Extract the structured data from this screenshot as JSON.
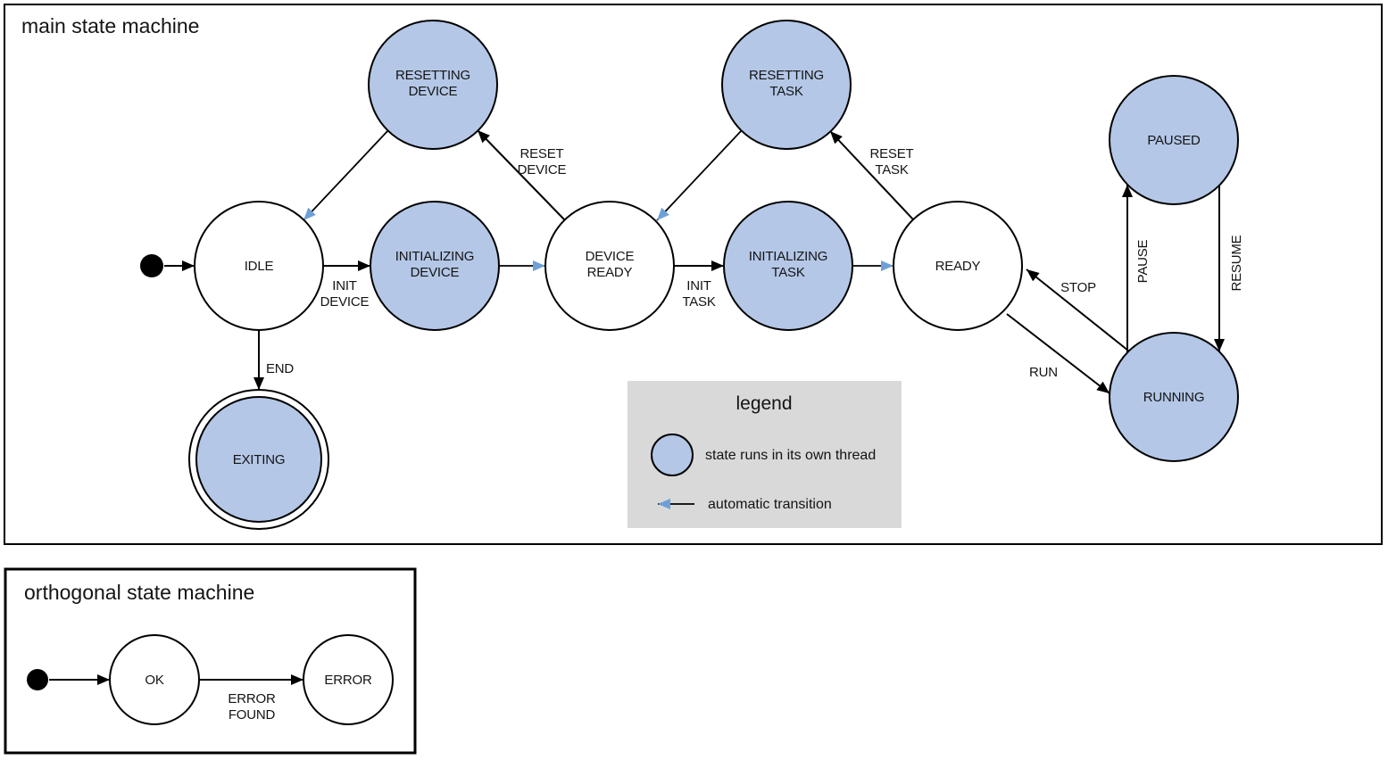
{
  "colors": {
    "threaded_state_fill": "#b4c7e7",
    "plain_state_fill": "#ffffff",
    "automatic_transition": "#6ea0d7",
    "legend_background": "#d9d9d9"
  },
  "main_machine": {
    "title": "main state machine",
    "states": {
      "idle": {
        "label": "IDLE"
      },
      "resetting_device": {
        "line1": "RESETTING",
        "line2": "DEVICE"
      },
      "initializing_device": {
        "line1": "INITIALIZING",
        "line2": "DEVICE"
      },
      "device_ready": {
        "line1": "DEVICE",
        "line2": "READY"
      },
      "resetting_task": {
        "line1": "RESETTING",
        "line2": "TASK"
      },
      "initializing_task": {
        "line1": "INITIALIZING",
        "line2": "TASK"
      },
      "ready": {
        "label": "READY"
      },
      "paused": {
        "label": "PAUSED"
      },
      "running": {
        "label": "RUNNING"
      },
      "exiting": {
        "label": "EXITING"
      }
    },
    "transitions": {
      "init_device": {
        "line1": "INIT",
        "line2": "DEVICE"
      },
      "init_task": {
        "line1": "INIT",
        "line2": "TASK"
      },
      "reset_device": {
        "line1": "RESET",
        "line2": "DEVICE"
      },
      "reset_task": {
        "line1": "RESET",
        "line2": "TASK"
      },
      "end": {
        "label": "END"
      },
      "run": {
        "label": "RUN"
      },
      "stop": {
        "label": "STOP"
      },
      "pause": {
        "label": "PAUSE"
      },
      "resume": {
        "label": "RESUME"
      }
    }
  },
  "legend": {
    "title": "legend",
    "threaded_state_label": "state runs in its own thread",
    "automatic_transition_label": "automatic transition"
  },
  "orthogonal_machine": {
    "title": "orthogonal state machine",
    "states": {
      "ok": {
        "label": "OK"
      },
      "error": {
        "label": "ERROR"
      }
    },
    "transitions": {
      "error_found": {
        "line1": "ERROR",
        "line2": "FOUND"
      }
    }
  }
}
